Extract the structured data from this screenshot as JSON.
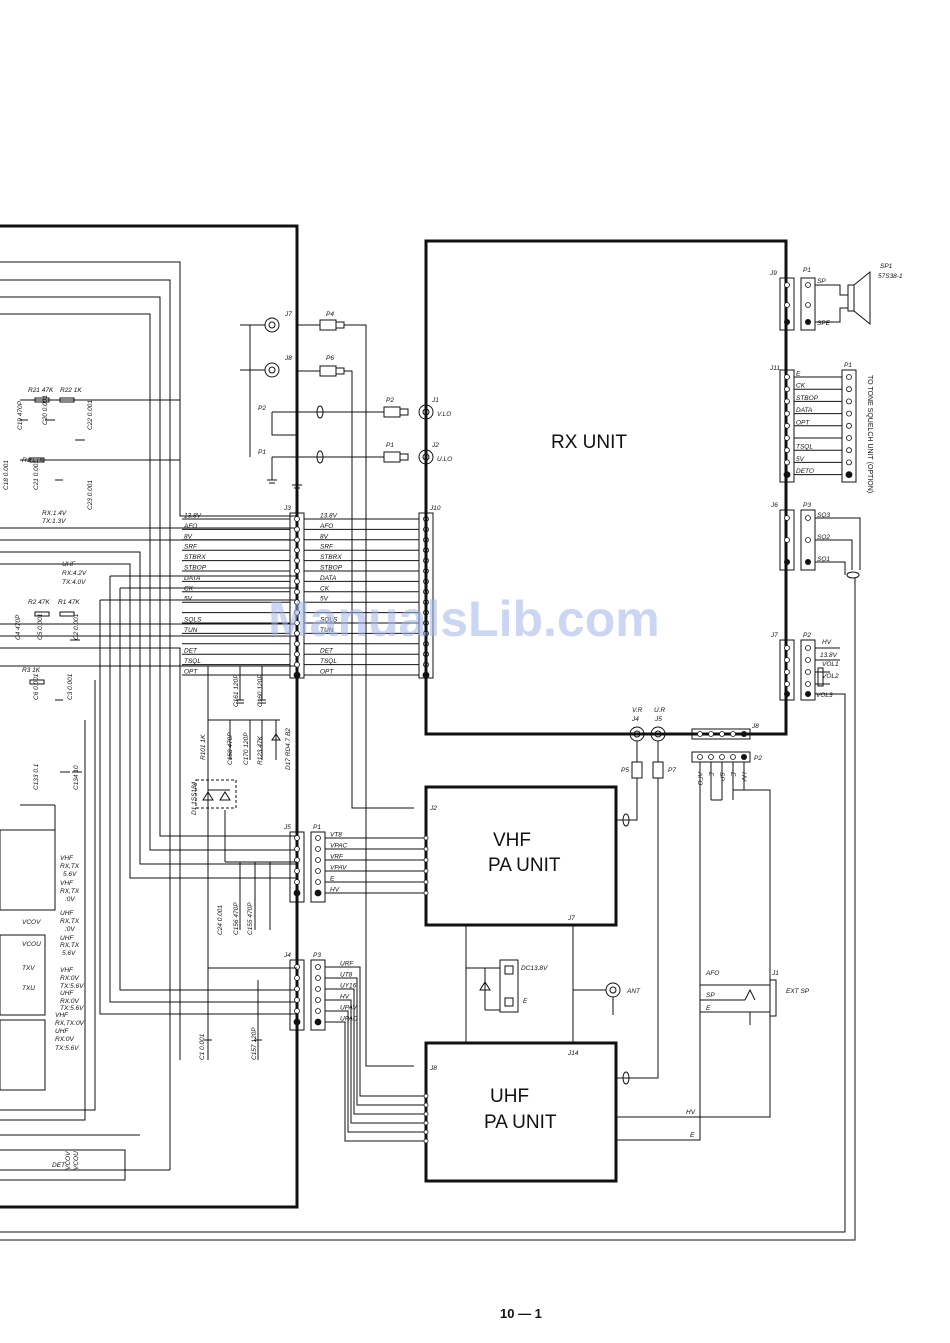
{
  "units": {
    "rx": "RX UNIT",
    "vhf_pa_line1": "VHF",
    "vhf_pa_line2": "PA UNIT",
    "uhf_pa_line1": "UHF",
    "uhf_pa_line2": "PA UNIT"
  },
  "speaker": {
    "ref": "SP1",
    "part": "57S38-1"
  },
  "page_number": "10 — 1",
  "watermark": "ManualsLib.com",
  "tone_squelch_note": "TO TONE SQUELCH UNIT (OPTION)",
  "connectors": {
    "j7_top": "J7",
    "j8_top": "J8",
    "p4": "P4",
    "p6": "P6",
    "p2_left": "P2",
    "p1_left": "P1",
    "p2_jack": "P2",
    "p1_jack": "P1",
    "j1": "J1",
    "j1_sig": "V.LO",
    "j2": "J2",
    "j2_sig": "U.LO",
    "j3": "J3",
    "j10": "J10",
    "j9": "J9",
    "p1_sp": "P1",
    "sp": "SP",
    "spe": "SPE",
    "j11": "J11",
    "p1_tsq": "P1",
    "j6": "J6",
    "p3_sq": "P3",
    "sq3": "SQ3",
    "sq2": "SQ2",
    "sq1": "SQ1",
    "j7_rx": "J7",
    "p2_vol": "P2",
    "hv": "HV",
    "v138": "13.8V",
    "vol1": "VOL1",
    "vol2": "VOL2",
    "vol3": "VOL3",
    "j4_vr": "V.R",
    "j4": "J4",
    "j5_ur": "U.R",
    "j5": "J5",
    "j8_rx": "J8",
    "p2_bottom": "P2",
    "p5": "P5",
    "p7": "P7",
    "j5_left": "J5",
    "p1_vhf": "P1",
    "j2_vhf": "J2",
    "j4_left": "J4",
    "p3_uhf": "P3",
    "j8_uhf": "J8",
    "j14": "J14",
    "j7_ant": "J7",
    "ant": "ANT",
    "dc": "DC13.8V",
    "e_dc": "E",
    "j1_ext": "J1",
    "ext_sp": "EXT SP",
    "afo_ext": "AFO",
    "sp_ext": "SP",
    "e_ext": "E",
    "hv_uhf": "HV",
    "e_uhf": "E",
    "det_bottom": "DET"
  },
  "j11_signals": [
    "E",
    "CK",
    "STBOP",
    "DATA",
    "OPT",
    "",
    "TSQL",
    "5V",
    "DETO"
  ],
  "j3_signals": [
    "13.8V",
    "AFO",
    "8V",
    "SRF",
    "STBRX",
    "STBOP",
    "DATA",
    "CK",
    "5V",
    "",
    "SQLS",
    "TUN",
    "",
    "DET",
    "TSQL",
    "OPT"
  ],
  "j3_left_signals": [
    "13.8V",
    "AFO",
    "8V",
    "SRF",
    "STBRX",
    "STBOP",
    "DATA",
    "CK",
    "5V",
    "",
    "SQLS",
    "TUN",
    "",
    "DET",
    "TSQL",
    "OPT"
  ],
  "p1_vhf_signals": [
    "VT8",
    "VPAC",
    "VRF",
    "VPAV",
    "E",
    "HV"
  ],
  "p3_uhf_signals": [
    "URF",
    "UT8",
    "UY16",
    "HV",
    "UPAV",
    "UPAC"
  ],
  "p2_bottom_signals": [
    "AFO",
    "E",
    "SP",
    "E",
    "HV"
  ],
  "components_left": [
    "R21 47K",
    "R22 1K",
    "C19 470P",
    "C20 0.001",
    "C22 0.001",
    "R19 1K",
    "C18 0.001",
    "C21 0.001",
    "C23 0.001",
    "RX:1.4V",
    "TX:1.3V",
    "UHF",
    "RX:4.2V",
    "TX:4.0V",
    "R2 47K",
    "R1 47K",
    "C4 470P",
    "C5 0.001",
    "C2 0.001",
    "R3 1K",
    "C6 0.001",
    "C3 0.001",
    "C133 0.1",
    "C134 10"
  ],
  "components_mid": [
    "C161 120P",
    "C160 120P",
    "R101 1K",
    "C158 470P",
    "C170 120P",
    "R123 47K",
    "D17 RD4.7 B2",
    "D1 1SS184",
    "C24 0.001",
    "C156 470P",
    "C155 470P",
    "C1 0.001",
    "C157 120P"
  ],
  "vco_notes": [
    "VHF",
    "RX,TX",
    "5.6V",
    "VHF",
    "RX,TX",
    ":0V",
    "VCOV",
    "UHF",
    "RX,TX",
    ":0V",
    "VCOU",
    "UHF",
    "RX,TX",
    "5.6V",
    "TXV",
    "TXU",
    "VHF",
    "RX:0V",
    "TX:5.6V",
    "UHF",
    "RX:0V",
    "TX:5.6V",
    "VHF",
    "RX,TX:0V",
    "UHF",
    "RX:0V",
    "TX:5.6V",
    "VCOV",
    "VCOU"
  ]
}
